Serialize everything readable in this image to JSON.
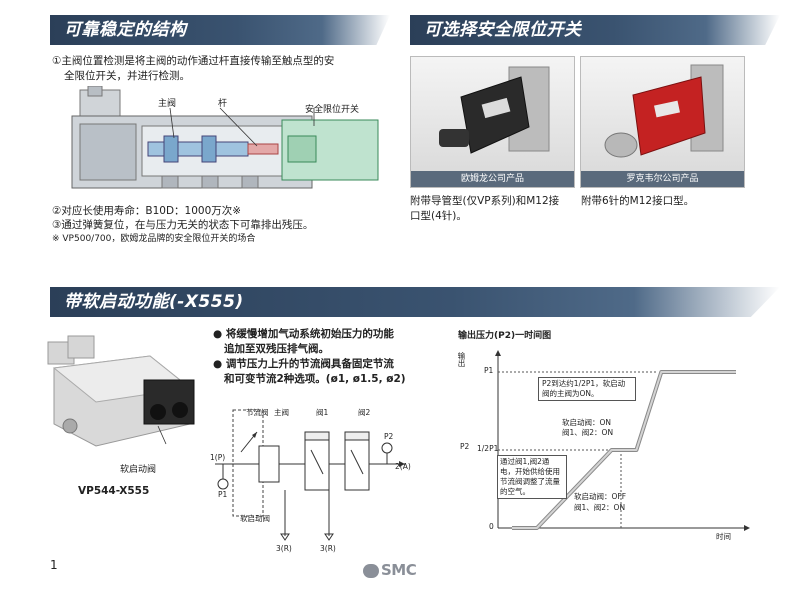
{
  "sections": {
    "structure": {
      "title": "可靠稳定的结构",
      "item1_line1": "①主阀位置检测是将主阀的动作通过杆直接传输至触点型的安",
      "item1_line2": "全限位开关，并进行检测。",
      "labels": {
        "main_valve": "主阀",
        "rod": "杆",
        "safety_switch": "安全限位开关"
      },
      "item2": "②对应长使用寿命：B10D：1000万次※",
      "item3": "③通过弹簧复位，在与压力无关的状态下可靠排出残压。",
      "note": "※ VP500/700，欧姆龙品牌的安全限位开关的场合"
    },
    "optional": {
      "title": "可选择安全限位开关",
      "photo1_caption": "欧姆龙公司产品",
      "photo2_caption": "罗克韦尔公司产品",
      "desc1_line1": "附带导管型(仅VP系列)和M12接",
      "desc1_line2": "口型(4针)。",
      "desc2": "附带6针的M12接口型。"
    },
    "softstart": {
      "title": "带软启动功能(-X555)",
      "bullet1_line1": "● 将缓慢增加气动系统初始压力的功能",
      "bullet1_line2": "追加至双残压排气阀。",
      "bullet2_line1": "● 调节压力上升的节流阀具备固定节流",
      "bullet2_line2": "和可变节流2种选项。(ø1, ø1.5, ø2)",
      "product_label": "软启动阀",
      "model": "VP544-X555",
      "circuit": {
        "throttle": "节流阀",
        "main": "主阀",
        "valve1": "阀1",
        "valve2": "阀2",
        "p_in": "1(P)",
        "p1": "P1",
        "p2": "P2",
        "out": "2(A)",
        "exh1": "3(R)",
        "exh2": "3(R)",
        "soft": "软启动阀"
      },
      "chart_title": "输出压力(P2)一时间图"
    }
  },
  "chart_data": {
    "type": "line",
    "title": "输出压力(P2)一时间图",
    "xlabel": "时间",
    "ylabel": "P2",
    "ylabel_top": "输出",
    "yticks": [
      "0",
      "1/2P1",
      "P1"
    ],
    "series": [
      {
        "x": [
          0,
          1,
          4,
          5,
          6,
          9
        ],
        "y": [
          0,
          0,
          0.5,
          0.5,
          1,
          1
        ]
      }
    ],
    "annotations": [
      "P2到达约1/2P1，软启动阀的主阀为ON。",
      "软启动阀：ON",
      "阀1、阀2：ON",
      "通过阀1,阀2通电，开始供给使用节流阀调整了流量的空气。",
      "软启动阀：OFF",
      "阀1、阀2：ON"
    ]
  },
  "footer": {
    "page": "1",
    "brand": "SMC"
  }
}
